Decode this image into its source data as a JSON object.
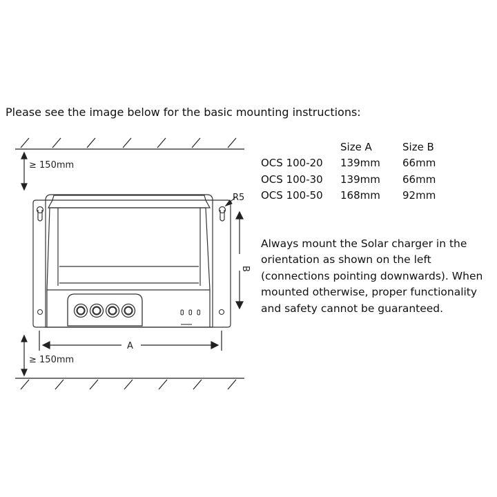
{
  "intro": "Please see the image below for the basic mounting instructions:",
  "diagram": {
    "clearance_top": "≥ 150mm",
    "clearance_bottom": "≥ 150mm",
    "dim_a": "A",
    "dim_b": "B",
    "radius": "R5"
  },
  "size_table": {
    "headers": [
      "",
      "Size A",
      "Size B"
    ],
    "rows": [
      [
        "OCS 100-20",
        "139mm",
        "66mm"
      ],
      [
        "OCS 100-30",
        "139mm",
        "66mm"
      ],
      [
        "OCS 100-50",
        "168mm",
        "92mm"
      ]
    ]
  },
  "note": "Always mount the Solar charger in the orientation as shown on the left (connections pointing downwards). When mounted otherwise, proper functionality and safety cannot be guaranteed."
}
